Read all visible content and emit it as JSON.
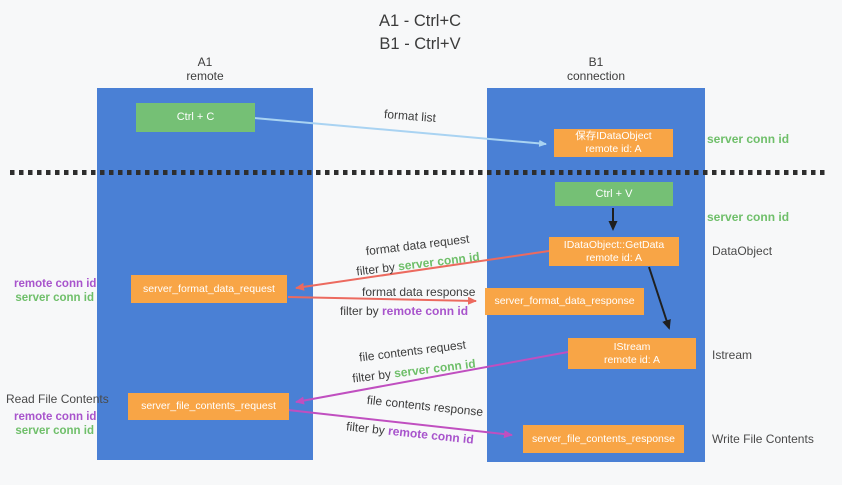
{
  "title": {
    "line1": "A1 - Ctrl+C",
    "line2": "B1 - Ctrl+V"
  },
  "columns": {
    "left": {
      "name": "A1",
      "role": "remote"
    },
    "right": {
      "name": "B1",
      "role": "connection"
    }
  },
  "boxes": {
    "ctrl_c": "Ctrl + C",
    "ctrl_v": "Ctrl + V",
    "save_idataobject": {
      "line1": "保存IDataObject",
      "line2": "remote id: A"
    },
    "getdata": {
      "line1": "IDataObject::GetData",
      "line2": "remote id: A"
    },
    "istream": {
      "line1": "IStream",
      "line2": "remote id: A"
    },
    "format_request": "server_format_data_request",
    "format_response": "server_format_data_response",
    "file_request": "server_file_contents_request",
    "file_response": "server_file_contents_response"
  },
  "labels": {
    "format_list": "format list",
    "format_data_request": "format data request",
    "format_data_response": "format data response",
    "file_contents_request": "file contents request",
    "file_contents_response": "file contents response",
    "filter_by": "filter by ",
    "server_conn_id": "server conn id",
    "remote_conn_id": "remote conn id",
    "dataobject": "DataObject",
    "istream": "Istream",
    "read_file_contents": "Read File Contents",
    "write_file_contents": "Write File Contents"
  },
  "colors": {
    "column_blue": "#4a80d5",
    "box_orange": "#f8a546",
    "box_green": "#75c075",
    "text_green": "#6fbf6a",
    "text_purple": "#a854cc",
    "arrow_red": "#ec6a5f",
    "arrow_magenta": "#c04fc0",
    "arrow_lightblue": "#a9d3f2",
    "arrow_black": "#1f1f1f"
  }
}
